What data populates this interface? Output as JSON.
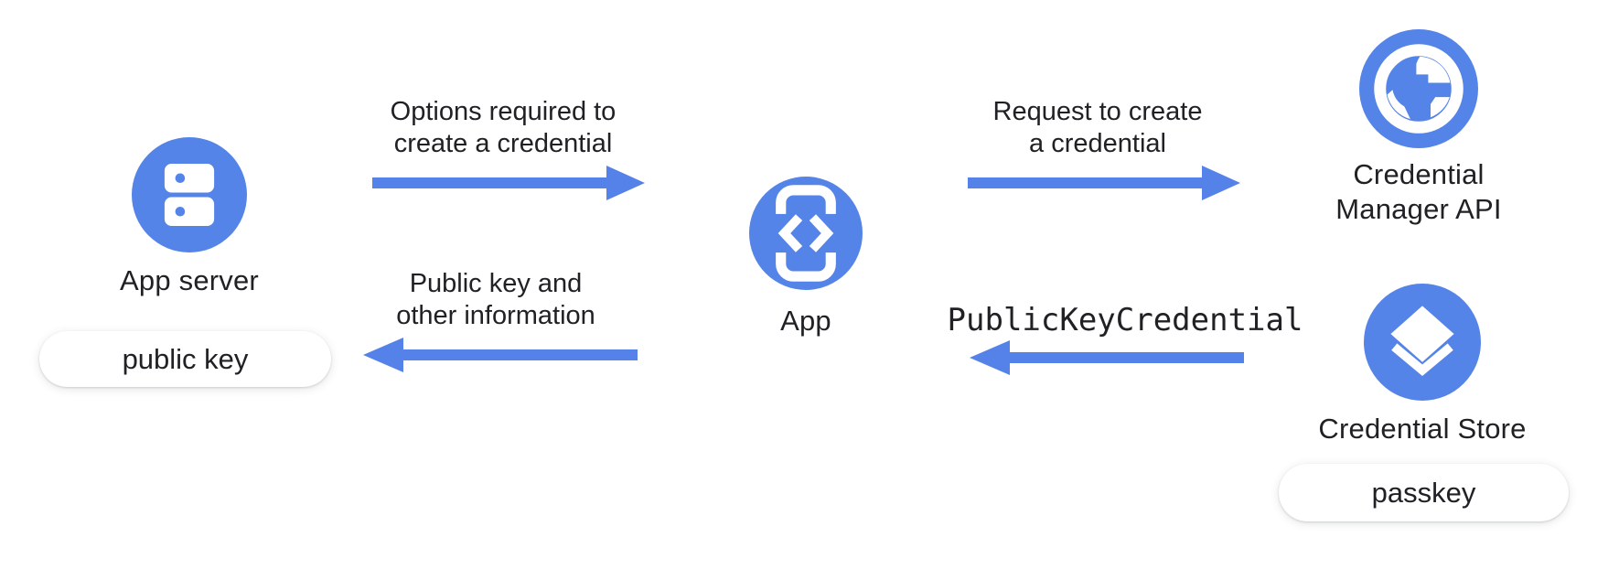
{
  "colors": {
    "node_blue": "#5584E8",
    "arrow_blue": "#5582E8",
    "text": "#202124",
    "pill_background": "#FFFFFF",
    "background": "#FFFFFF"
  },
  "nodes": {
    "app_server": {
      "label": "App server",
      "icon": "server-icon",
      "badge": "public key"
    },
    "app": {
      "label": "App",
      "icon": "phone-code-icon"
    },
    "credential_manager_api": {
      "label": "Credential\nManager API",
      "icon": "globe-icon"
    },
    "credential_store": {
      "label": "Credential Store",
      "icon": "layers-icon",
      "badge": "passkey"
    }
  },
  "arrows": {
    "options_to_app": {
      "label": "Options required to\ncreate a credential",
      "direction": "right"
    },
    "request_to_api": {
      "label": "Request to create\na credential",
      "direction": "right"
    },
    "credential_to_app": {
      "label": "PublicKeyCredential",
      "direction": "left",
      "text_style": "monospace"
    },
    "publickey_to_server": {
      "label": "Public key and\nother information",
      "direction": "left"
    }
  }
}
